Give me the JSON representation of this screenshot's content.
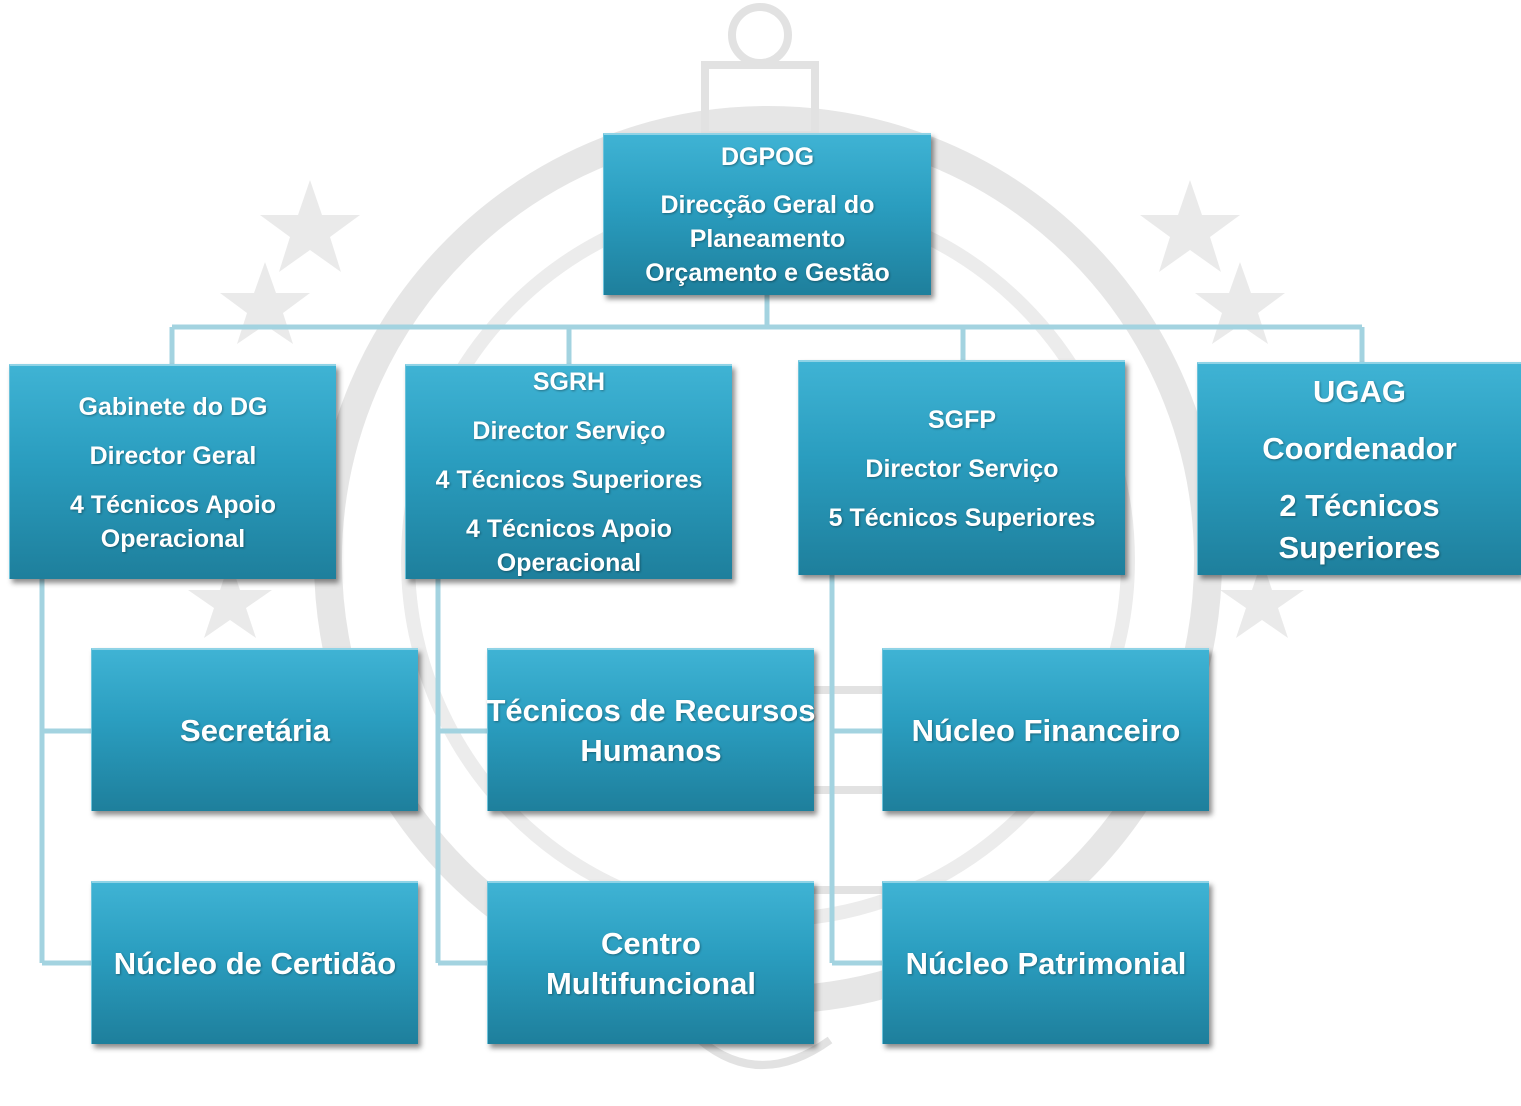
{
  "colors": {
    "box_top": "#3fb3d4",
    "box_bottom": "#1e7f9c",
    "connector": "#9ccfdd",
    "text": "#ffffff",
    "watermark": "#e4e4e4"
  },
  "org": {
    "root": {
      "lines": [
        "DGPOG",
        "Direcção Geral do",
        "Planeamento",
        "Orçamento e Gestão"
      ]
    },
    "units": [
      {
        "id": "gabinete",
        "lines": [
          "Gabinete do DG",
          "Director Geral",
          "4 Técnicos Apoio",
          "Operacional"
        ],
        "children": [
          "Secretária",
          "Núcleo de Certidão"
        ]
      },
      {
        "id": "sgrh",
        "lines": [
          "SGRH",
          "Director Serviço",
          "4 Técnicos Superiores",
          "4 Técnicos Apoio",
          "Operacional"
        ],
        "children": [
          [
            "Técnicos de Recursos",
            "Humanos"
          ],
          [
            "Centro",
            "Multifuncional"
          ]
        ]
      },
      {
        "id": "sgfp",
        "lines": [
          "SGFP",
          "Director Serviço",
          "5 Técnicos Superiores"
        ],
        "children": [
          "Núcleo Financeiro",
          "Núcleo Patrimonial"
        ]
      },
      {
        "id": "ugag",
        "lines": [
          "UGAG",
          "Coordenador",
          "2 Técnicos",
          "Superiores"
        ],
        "children": []
      }
    ]
  }
}
